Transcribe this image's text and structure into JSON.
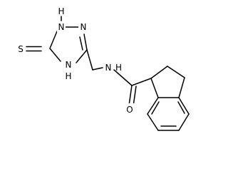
{
  "molecule": {
    "atoms": {
      "thione_s": "S",
      "ring_nh_1": "H",
      "ring_n_1": "N",
      "ring_n_2": "N",
      "ring_nh_4": "H",
      "ring_n_4": "N",
      "amide_n": "N",
      "amide_h": "H",
      "carbonyl_o": "O"
    },
    "colors": {
      "bond": "#000000",
      "label": "#000000",
      "background": "#ffffff"
    }
  }
}
